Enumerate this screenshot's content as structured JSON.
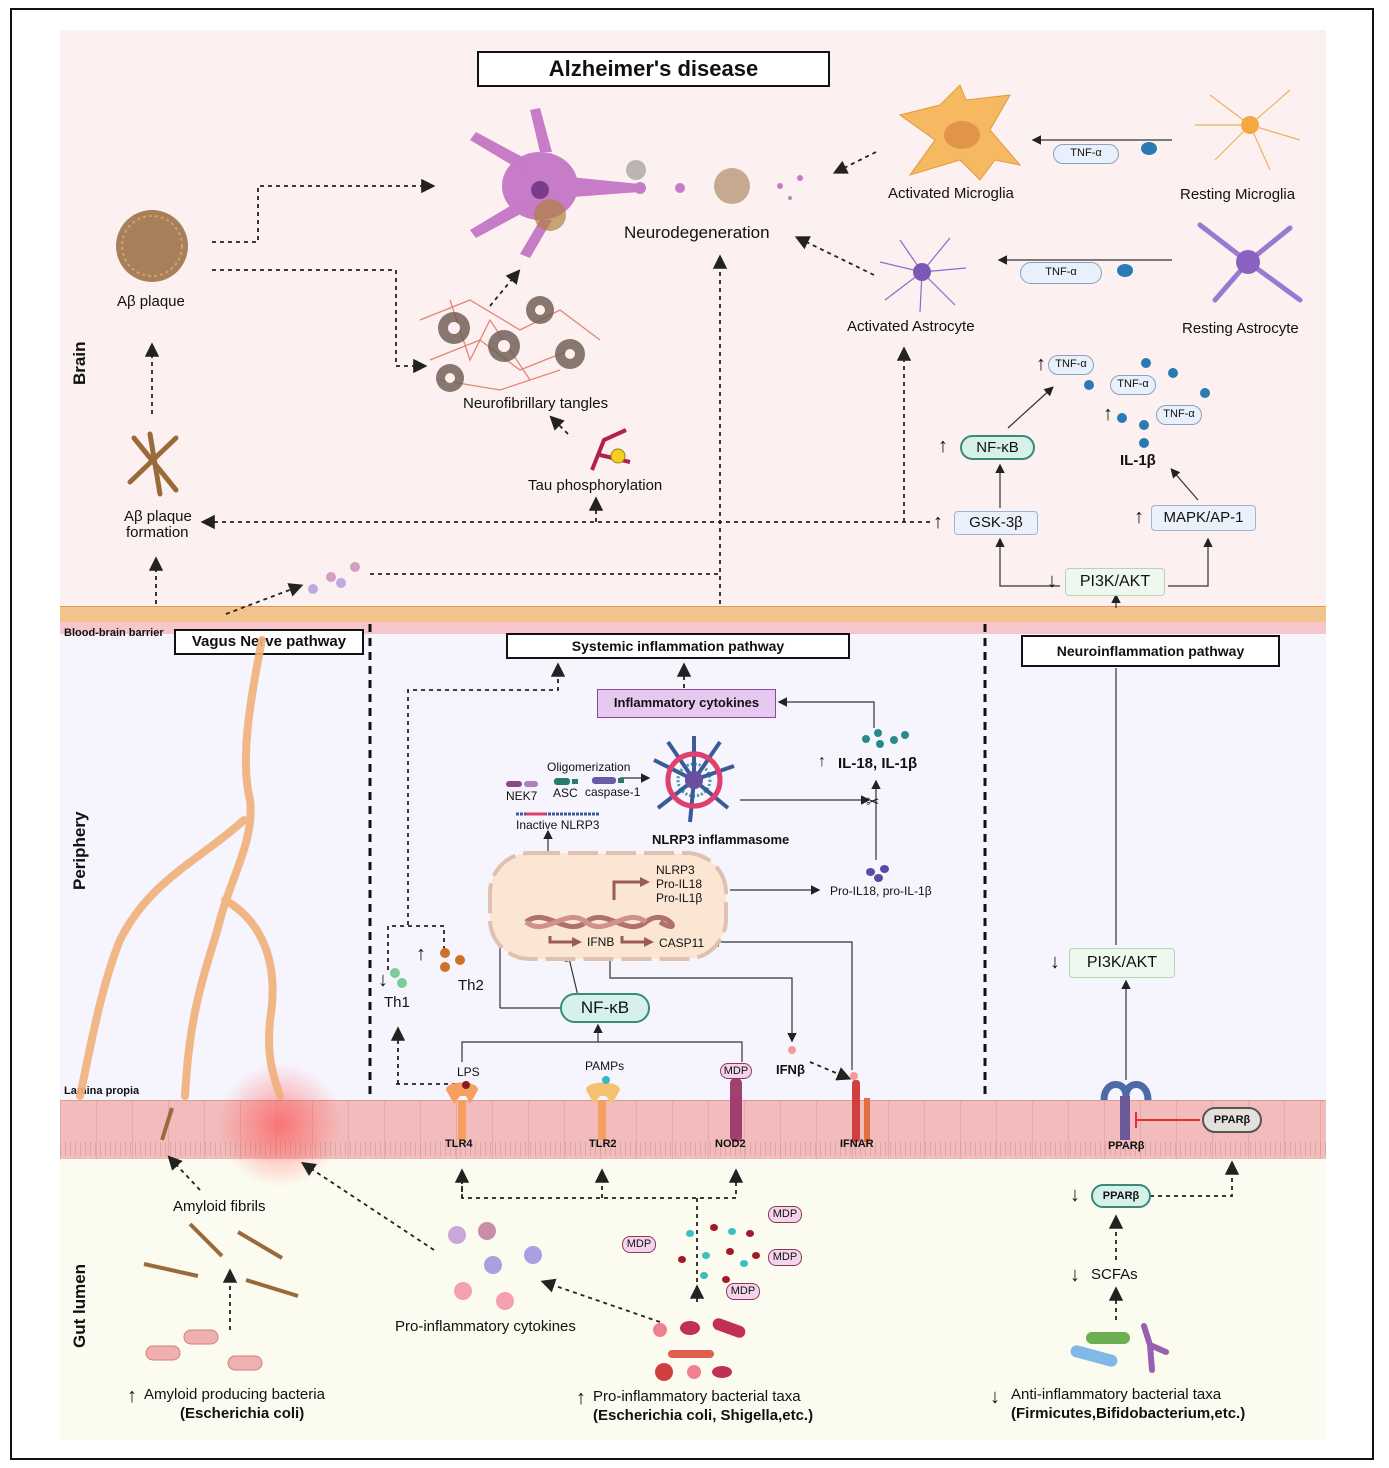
{
  "title": "Alzheimer's disease",
  "zones": {
    "brain": "Brain",
    "periphery": "Periphery",
    "gut": "Gut lumen"
  },
  "layers": {
    "bbb": "Blood-brain barrier",
    "lamina": "Lamina propia"
  },
  "pathways": {
    "vagus": "Vagus Nerve pathway",
    "systemic": "Systemic inflammation pathway",
    "neuro": "Neuroinflammation pathway"
  },
  "brain": {
    "neurodegeneration": "Neurodegeneration",
    "ab_plaque": "Aβ plaque",
    "nft": "Neurofibrillary tangles",
    "tau": "Tau phosphorylation",
    "ab_formation_1": "Aβ plaque",
    "ab_formation_2": "formation",
    "activated_microglia": "Activated Microglia",
    "resting_microglia": "Resting Microglia",
    "activated_astrocyte": "Activated Astrocyte",
    "resting_astrocyte": "Resting Astrocyte",
    "tnf": "TNF-α",
    "nfkb": "NF-κB",
    "gsk": "GSK-3β",
    "mapk": "MAPK/AP-1",
    "pi3k": "PI3K/AKT",
    "il1b": "IL-1β",
    "up": "↑",
    "down": "↓"
  },
  "periphery": {
    "inflammatory_cytokines": "Inflammatory cytokines",
    "oligomerization": "Oligomerization",
    "nek7": "NEK7",
    "asc": "ASC",
    "caspase1": "caspase-1",
    "inactive_nlrp3": "Inactive NLRP3",
    "nlrp3_inflammasome": "NLRP3 inflammasome",
    "il18_il1b": "IL-18, IL-1β",
    "nlrp3": "NLRP3",
    "pro_il18": "Pro-IL18",
    "pro_il1b": "Pro-IL1β",
    "pro_il18_il1b": "Pro-IL18, pro-IL-1β",
    "ifnb_gene": "IFNB",
    "casp11": "CASP11",
    "nfkb": "NF-κB",
    "th1": "Th1",
    "th2": "Th2",
    "lps": "LPS",
    "pamps": "PAMPs",
    "mdp": "MDP",
    "ifnb": "IFNβ",
    "tlr4": "TLR4",
    "tlr2": "TLR2",
    "nod2": "NOD2",
    "ifnar": "IFNAR",
    "pi3k": "PI3K/AKT",
    "ppar": "PPARβ"
  },
  "gut": {
    "amyloid_fibrils": "Amyloid fibrils",
    "amyloid_bacteria": "Amyloid producing bacteria",
    "amyloid_bacteria_species": "(Escherichia coli)",
    "pro_cytokines": "Pro-inflammatory cytokines",
    "pro_taxa": "Pro-inflammatory bacterial taxa",
    "pro_taxa_species": "(Escherichia coli, Shigella,etc.)",
    "anti_taxa": "Anti-inflammatory bacterial taxa",
    "anti_taxa_species": "(Firmicutes,Bifidobacterium,etc.)",
    "scfas": "SCFAs",
    "ppar": "PPARβ",
    "mdp": "MDP"
  },
  "colors": {
    "brain_bg": "#fdf0f0",
    "periphery_bg": "#f6f4fc",
    "gut_bg": "#fbfbef",
    "cytokine_dot": "#2a7ab5",
    "il18_dot": "#2a8a8a",
    "inhibit_red": "#e03030",
    "cytokine_box": "#e6c8f0"
  }
}
